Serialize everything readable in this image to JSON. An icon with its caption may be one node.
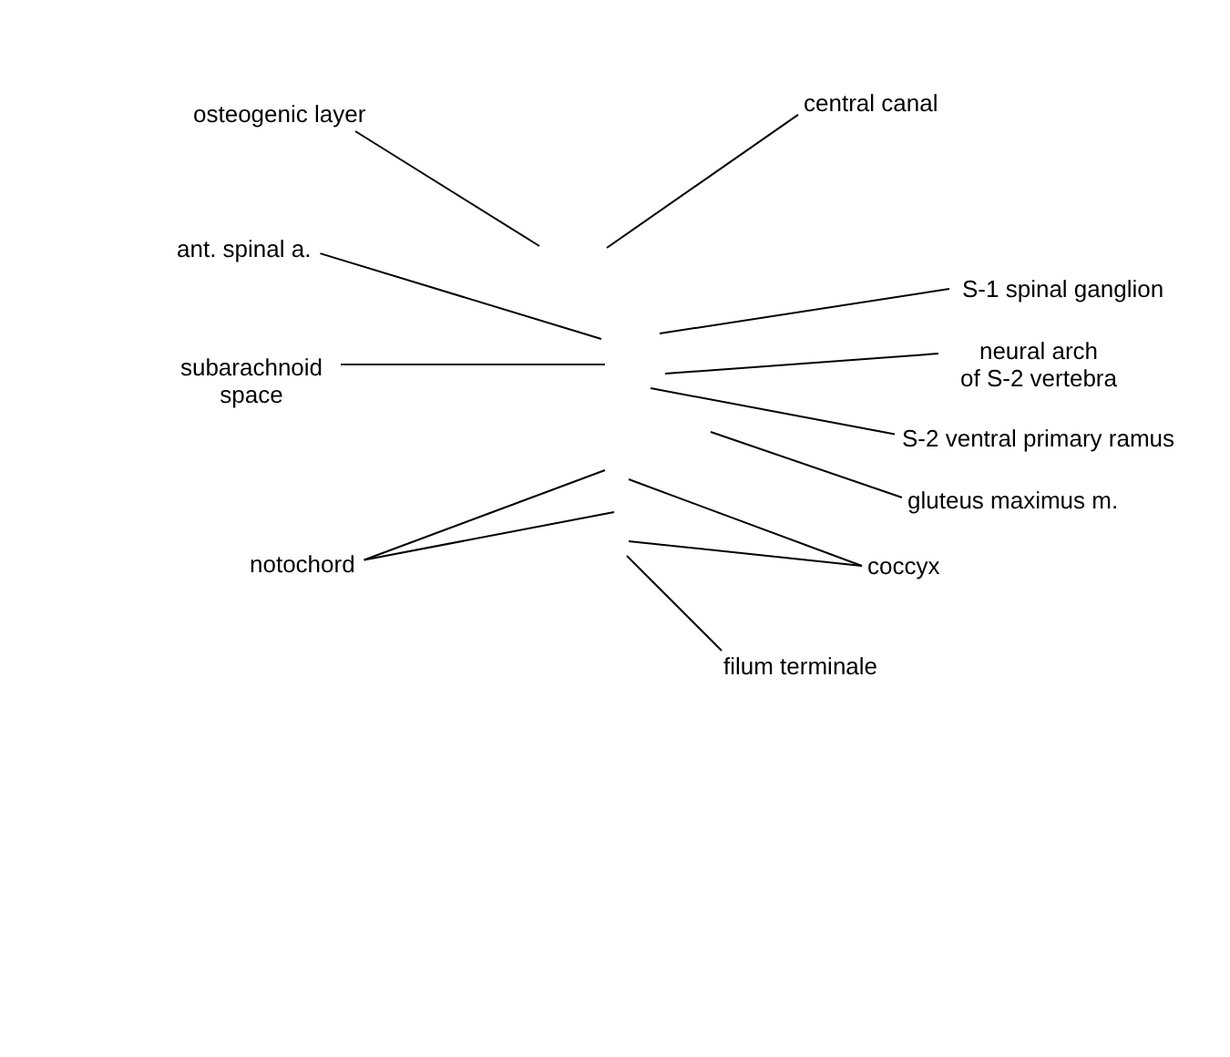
{
  "diagram": {
    "nodes": [
      {
        "text": [
          "osteogenic layer"
        ]
      },
      {
        "text": [
          "central canal"
        ]
      },
      {
        "text": [
          "ant. spinal a."
        ]
      },
      {
        "text": [
          "subarachnoid space"
        ]
      },
      {
        "text": [
          "S-1 spinal ganglion"
        ]
      },
      {
        "text": [
          "neural arch of S-2 vertebra"
        ]
      },
      {
        "text": [
          "S-2 ventral primary ramus"
        ]
      },
      {
        "text": [
          "gluteus maximus m."
        ]
      },
      {
        "text": [
          "notochord"
        ]
      },
      {
        "text": [
          "coccyx"
        ]
      },
      {
        "text": [
          "filum terminale"
        ]
      }
    ],
    "edges": [
      {
        "from": 0,
        "to": null,
        "arrow": "none"
      },
      {
        "from": 1,
        "to": null,
        "arrow": "none"
      },
      {
        "from": 2,
        "to": null,
        "arrow": "none"
      },
      {
        "from": 3,
        "to": null,
        "arrow": "none"
      },
      {
        "from": 4,
        "to": null,
        "arrow": "none"
      },
      {
        "from": 5,
        "to": null,
        "arrow": "none"
      },
      {
        "from": 6,
        "to": null,
        "arrow": "none"
      },
      {
        "from": 7,
        "to": null,
        "arrow": "none"
      },
      {
        "from": 8,
        "to": null,
        "arrow": "none"
      },
      {
        "from": 8,
        "to": null,
        "arrow": "none"
      },
      {
        "from": 9,
        "to": null,
        "arrow": "none"
      },
      {
        "from": 9,
        "to": null,
        "arrow": "none"
      },
      {
        "from": 10,
        "to": null,
        "arrow": "none"
      }
    ]
  }
}
